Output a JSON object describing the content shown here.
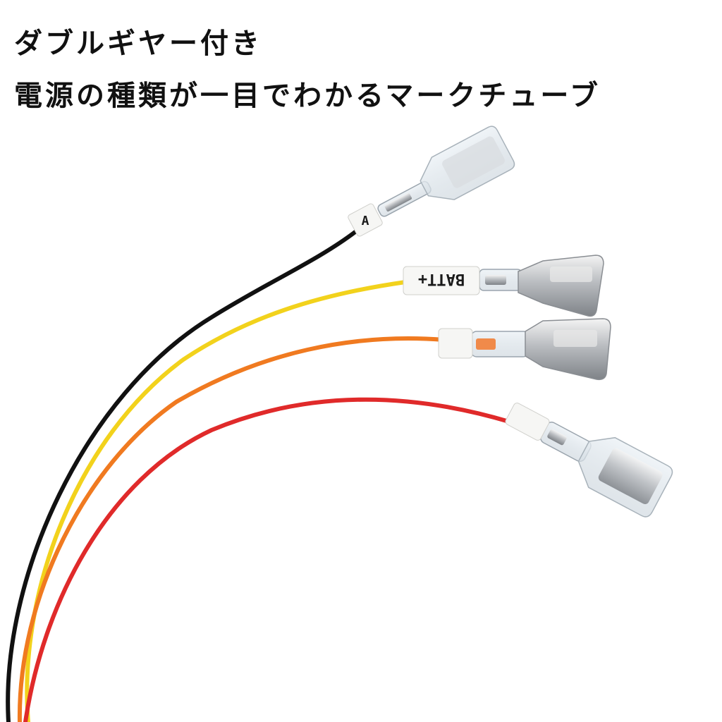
{
  "headline": {
    "line1": "ダブルギヤー付き",
    "line2": "電源の種類が一目でわかるマークチューブ"
  },
  "wires": [
    {
      "color": "#111111",
      "tube_label": "A"
    },
    {
      "color": "#f2d21c",
      "tube_label": "BATT+"
    },
    {
      "color": "#f07a20",
      "tube_label": ""
    },
    {
      "color": "#e02a2a",
      "tube_label": ""
    }
  ]
}
